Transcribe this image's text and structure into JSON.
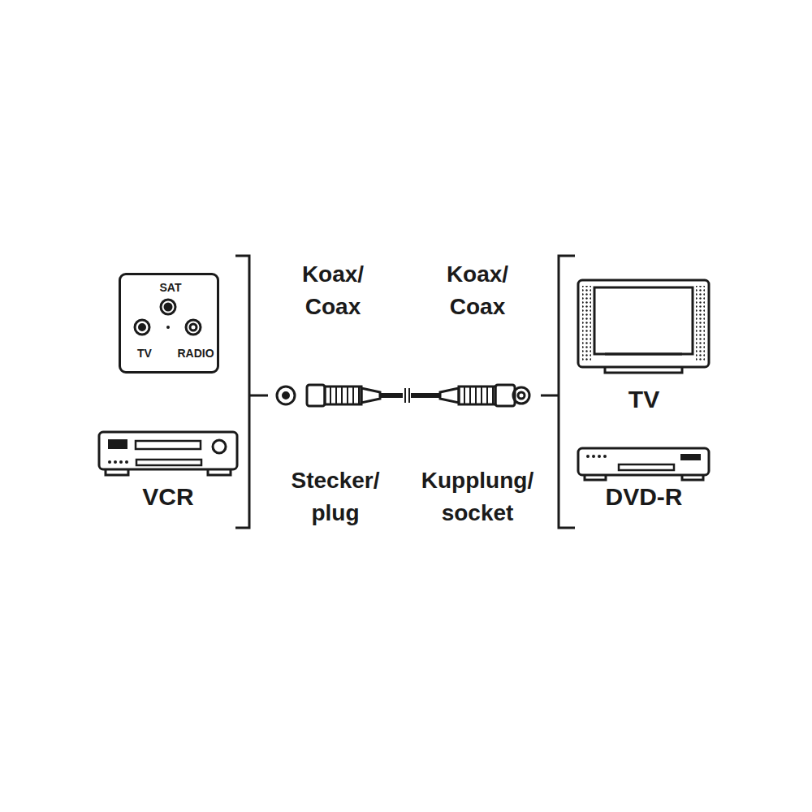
{
  "diagram": {
    "nodes": [
      {
        "text": [
          "SAT",
          "TV",
          "RADIO"
        ]
      }
    ],
    "labels": [
      "Koax/ Coax",
      "Koax/ Coax",
      "Stecker/ plug",
      "Kupplung/ socket",
      "VCR",
      "TV",
      "DVD-R"
    ]
  }
}
